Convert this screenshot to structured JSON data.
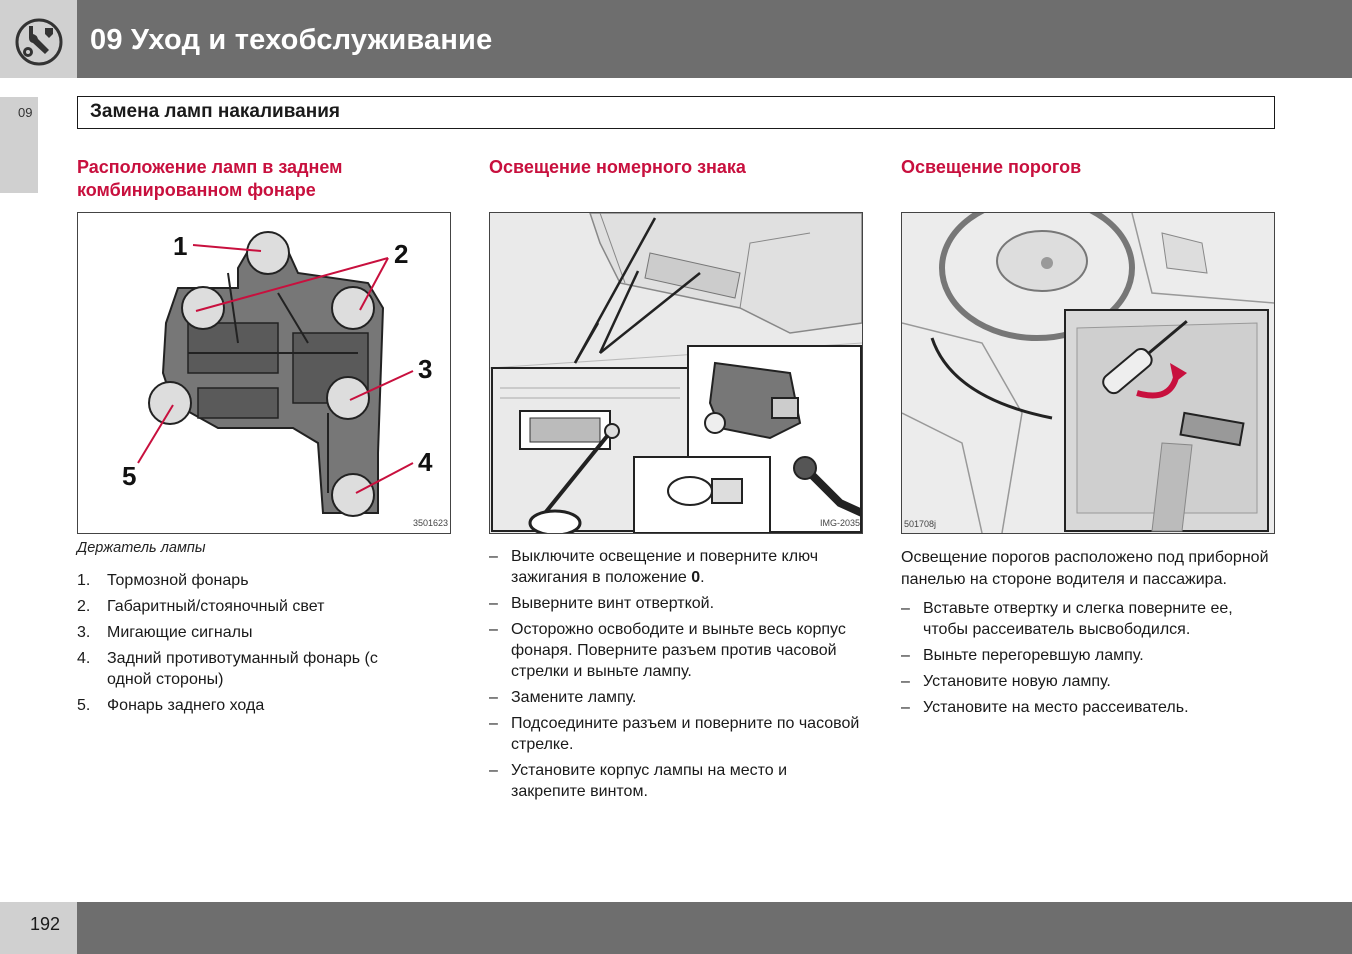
{
  "header": {
    "title": "09 Уход и техобслуживание",
    "icon": "wrench-icon"
  },
  "side_tab": {
    "label": "09"
  },
  "section": {
    "title": "Замена ламп накаливания"
  },
  "columns": {
    "left": {
      "heading_line1": "Расположение ламп в заднем",
      "heading_line2": "комбинированном фонаре",
      "figure": {
        "id": "3501623",
        "labels": [
          "1",
          "2",
          "3",
          "4",
          "5"
        ]
      },
      "caption": "Держатель лампы",
      "items": [
        {
          "num": "1.",
          "text": "Тормозной фонарь"
        },
        {
          "num": "2.",
          "text": "Габаритный/стояночный свет"
        },
        {
          "num": "3.",
          "text": "Мигающие сигналы"
        },
        {
          "num": "4.",
          "text": "Задний противотуманный фонарь (с одной стороны)"
        },
        {
          "num": "5.",
          "text": "Фонарь заднего хода"
        }
      ]
    },
    "middle": {
      "heading": "Освещение номерного знака",
      "figure": {
        "id": "IMG-2035"
      },
      "steps": [
        {
          "text_before": "Выключите освещение и поверните ключ зажигания в положение ",
          "bold": "0",
          "text_after": "."
        },
        {
          "text": "Выверните винт отверткой."
        },
        {
          "text": "Осторожно освободите и выньте весь корпус фонаря. Поверните разъем против часовой стрелки и выньте лампу."
        },
        {
          "text": "Замените лампу."
        },
        {
          "text": "Подсоедините разъем и поверните по часовой стрелке."
        },
        {
          "text": "Установите корпус лампы на место и закрепите винтом."
        }
      ]
    },
    "right": {
      "heading": "Освещение порогов",
      "figure": {
        "id": "501708j"
      },
      "intro": "Освещение порогов расположено под приборной панелью на стороне водителя и пассажира.",
      "steps": [
        {
          "text": "Вставьте отвертку и слегка поверните ее, чтобы рассеиватель высвободился."
        },
        {
          "text": "Выньте перегоревшую лампу."
        },
        {
          "text": "Установите новую лампу."
        },
        {
          "text": "Установите на место рассеиватель."
        }
      ]
    }
  },
  "dash": "–",
  "footer": {
    "page_number": "192"
  },
  "colors": {
    "accent": "#c8103e",
    "bar": "#6e6e6e",
    "tab": "#d0d0d0"
  }
}
